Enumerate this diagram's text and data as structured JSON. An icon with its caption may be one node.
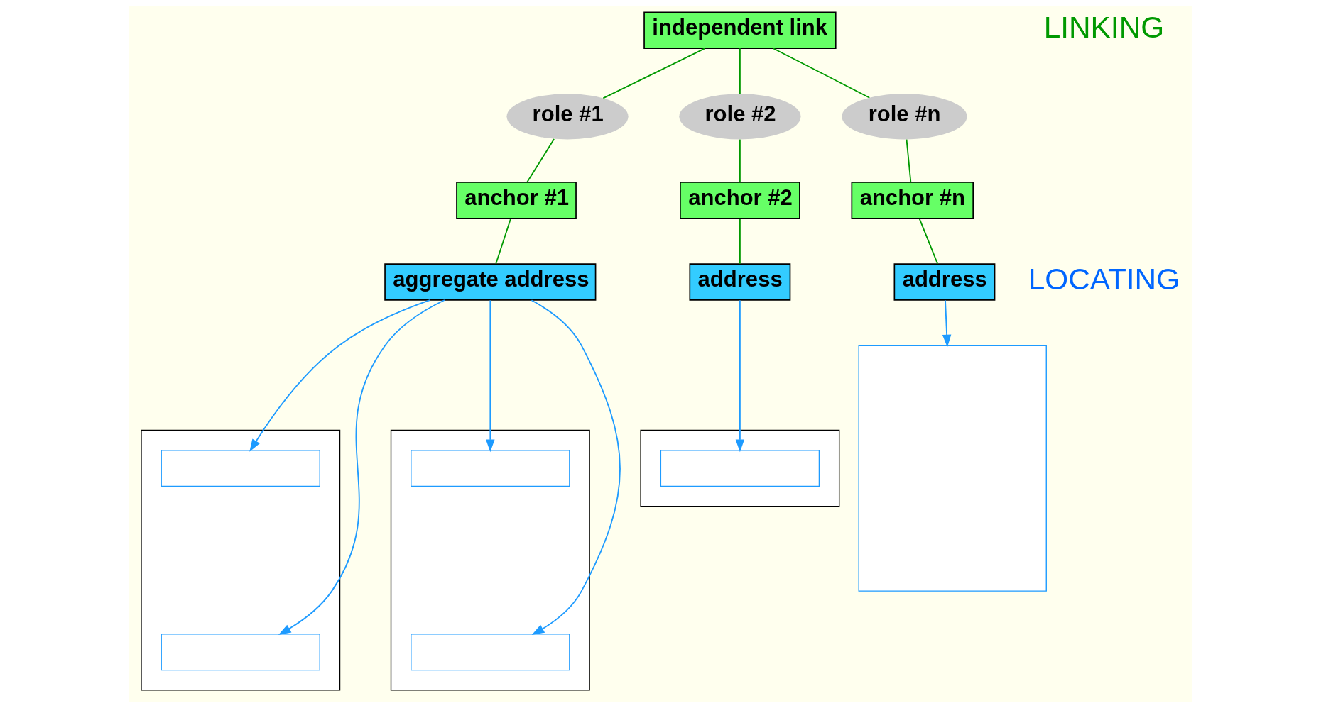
{
  "diagram": {
    "nodes": [
      {
        "text": [
          "independent link"
        ]
      },
      {
        "text": [
          "role #1"
        ]
      },
      {
        "text": [
          "role #2"
        ]
      },
      {
        "text": [
          "role #n"
        ]
      },
      {
        "text": [
          "anchor #1"
        ]
      },
      {
        "text": [
          "anchor #2"
        ]
      },
      {
        "text": [
          "anchor #n"
        ]
      },
      {
        "text": [
          "aggregate address"
        ]
      },
      {
        "text": [
          "address"
        ]
      },
      {
        "text": [
          "address"
        ]
      },
      {
        "text": [],
        "shape": "box"
      },
      {
        "text": [],
        "shape": "box",
        "in": 10
      },
      {
        "text": [],
        "shape": "box",
        "in": 10
      },
      {
        "text": [],
        "shape": "box"
      },
      {
        "text": [],
        "shape": "box",
        "in": 13
      },
      {
        "text": [],
        "shape": "box",
        "in": 13
      },
      {
        "text": [],
        "shape": "box"
      },
      {
        "text": [],
        "shape": "box",
        "in": 16
      },
      {
        "text": [],
        "shape": "box"
      }
    ],
    "edges": [
      {
        "from": 0,
        "to": 1,
        "arrow": "none"
      },
      {
        "from": 0,
        "to": 2,
        "arrow": "none"
      },
      {
        "from": 0,
        "to": 3,
        "arrow": "none"
      },
      {
        "from": 1,
        "to": 4,
        "arrow": "none"
      },
      {
        "from": 2,
        "to": 5,
        "arrow": "none"
      },
      {
        "from": 3,
        "to": 6,
        "arrow": "none"
      },
      {
        "from": 4,
        "to": 7,
        "arrow": "none"
      },
      {
        "from": 5,
        "to": 8,
        "arrow": "none"
      },
      {
        "from": 6,
        "to": 9,
        "arrow": "none"
      },
      {
        "from": 7,
        "to": 11,
        "arrow": "to",
        "color": "#1e9bff"
      },
      {
        "from": 7,
        "to": 12,
        "arrow": "to",
        "color": "#1e9bff"
      },
      {
        "from": 7,
        "to": 14,
        "arrow": "to",
        "color": "#1e9bff"
      },
      {
        "from": 7,
        "to": 15,
        "arrow": "to",
        "color": "#1e9bff"
      },
      {
        "from": 8,
        "to": 17,
        "arrow": "to",
        "color": "#1e9bff"
      },
      {
        "from": 9,
        "to": 18,
        "arrow": "to",
        "color": "#1e9bff"
      }
    ],
    "labels": [
      "LINKING",
      "LOCATING"
    ]
  }
}
